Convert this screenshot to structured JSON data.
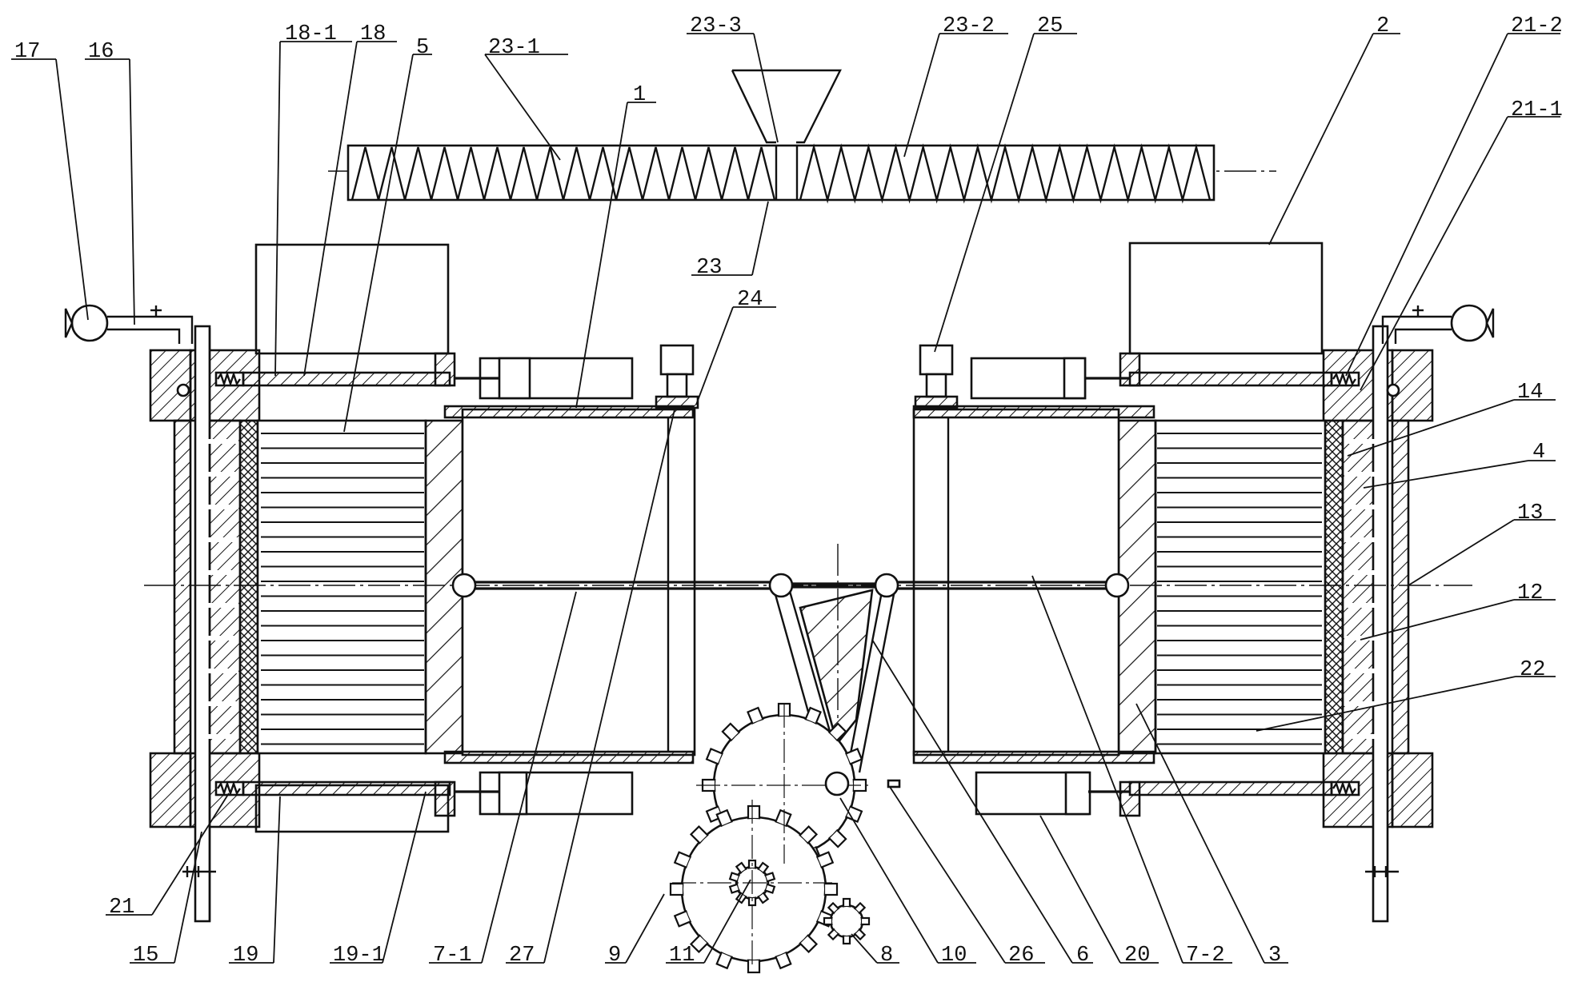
{
  "labels": [
    {
      "text": "17"
    },
    {
      "text": "16"
    },
    {
      "text": "18-1"
    },
    {
      "text": "18"
    },
    {
      "text": "5"
    },
    {
      "text": "23-1"
    },
    {
      "text": "23-3"
    },
    {
      "text": "23-2"
    },
    {
      "text": "25"
    },
    {
      "text": "2"
    },
    {
      "text": "21-2"
    },
    {
      "text": "21-1"
    },
    {
      "text": "1"
    },
    {
      "text": "23"
    },
    {
      "text": "24"
    },
    {
      "text": "14"
    },
    {
      "text": "4"
    },
    {
      "text": "13"
    },
    {
      "text": "12"
    },
    {
      "text": "22"
    },
    {
      "text": "21"
    },
    {
      "text": "15"
    },
    {
      "text": "19"
    },
    {
      "text": "19-1"
    },
    {
      "text": "7-1"
    },
    {
      "text": "27"
    },
    {
      "text": "9"
    },
    {
      "text": "11"
    },
    {
      "text": "8"
    },
    {
      "text": "10"
    },
    {
      "text": "26"
    },
    {
      "text": "6"
    },
    {
      "text": "20"
    },
    {
      "text": "7-2"
    },
    {
      "text": "3"
    }
  ]
}
